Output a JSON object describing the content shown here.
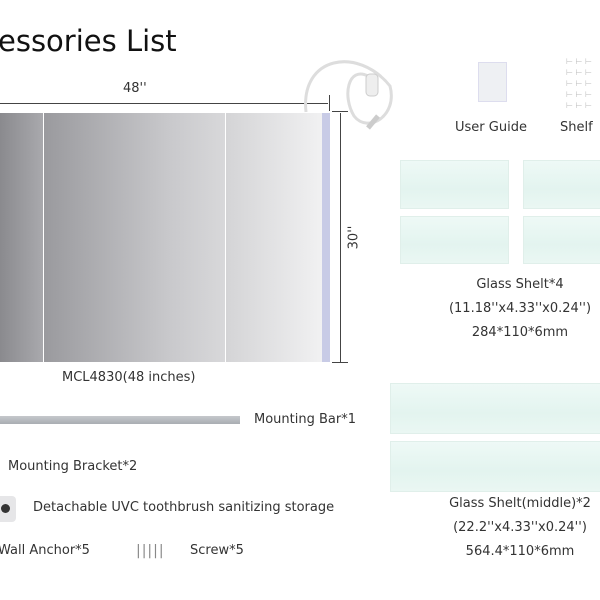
{
  "title": "essories List",
  "cabinet": {
    "width_label": "48''",
    "height_label": "30''",
    "model": "MCL4830(48 inches)"
  },
  "items": {
    "user_guide": "User Guide",
    "shelf": "Shelf",
    "mounting_bar": "Mounting Bar*1",
    "mounting_bracket": "Mounting Bracket*2",
    "uvc": "Detachable UVC toothbrush sanitizing storage",
    "wall_anchor": "Wall Anchor*5",
    "screw": "Screw*5"
  },
  "glass_shelf": {
    "name": "Glass Shelt*4",
    "inches": "(11.18''x4.33''x0.24'')",
    "mm": "284*110*6mm"
  },
  "glass_shelf_middle": {
    "name": "Glass Shelt(middle)*2",
    "inches": "(22.2''x4.33''x0.24'')",
    "mm": "564.4*110*6mm"
  }
}
